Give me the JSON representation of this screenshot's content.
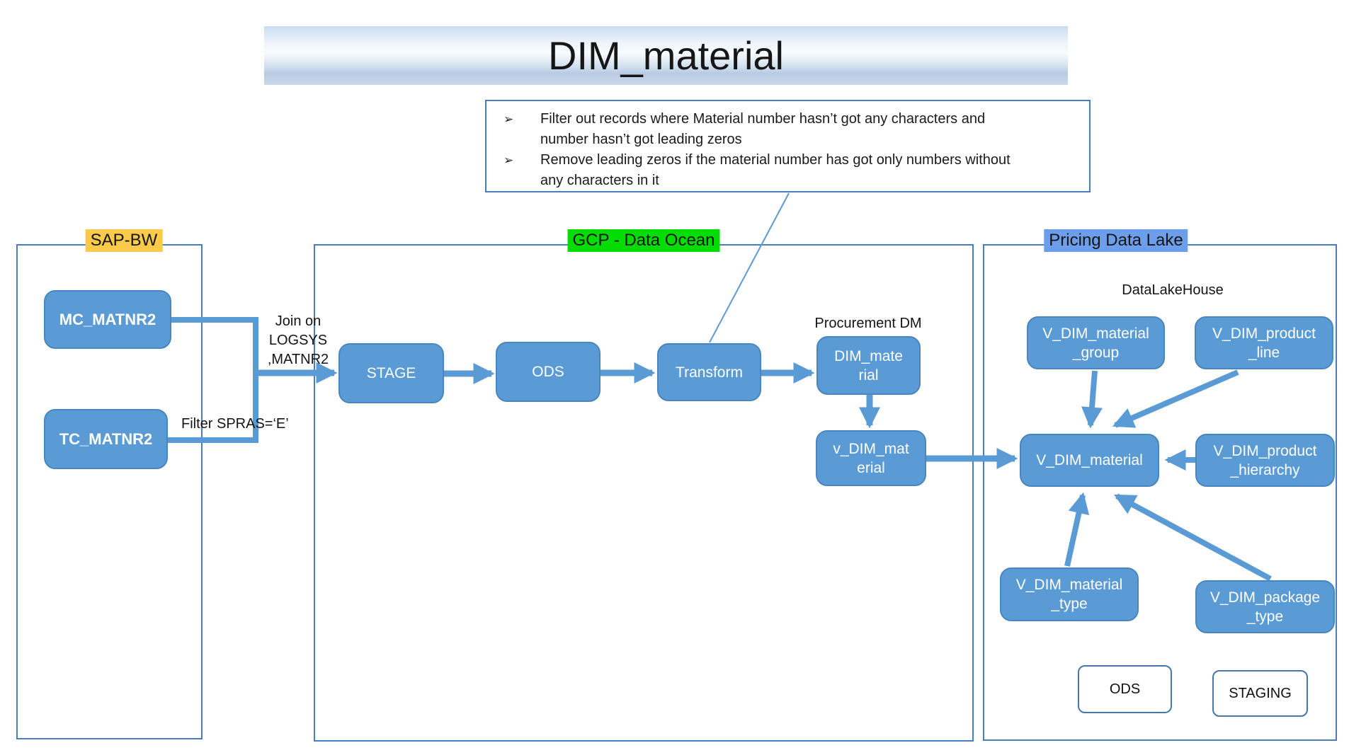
{
  "title": "DIM_material",
  "notes": {
    "bullets": [
      {
        "marker": "➢",
        "text": "Filter out records where Material number hasn’t got any characters and\nnumber hasn’t got leading zeros"
      },
      {
        "marker": "➢",
        "text": "Remove leading zeros if the material number has got only numbers without\nany characters in it"
      }
    ]
  },
  "zones": {
    "sap": {
      "label": "SAP-BW",
      "label_bg": "#fbca4b"
    },
    "gcp": {
      "label": "GCP - Data Ocean",
      "label_bg": "#04dc04"
    },
    "pricing": {
      "label": "Pricing Data Lake",
      "label_bg": "#6d9eeb"
    }
  },
  "labels": {
    "join": "Join on\nLOGSYS\n,MATNR2",
    "filter": "Filter SPRAS=‘E’",
    "procurement": "Procurement DM",
    "datalakehouse": "DataLakeHouse"
  },
  "nodes": {
    "mc_matnr2": {
      "label": "MC_MATNR2"
    },
    "tc_matnr2": {
      "label": "TC_MATNR2"
    },
    "stage": {
      "label": "STAGE"
    },
    "ods": {
      "label": "ODS"
    },
    "transform": {
      "label": "Transform"
    },
    "dim_material": {
      "label": "DIM_mate\nrial"
    },
    "v_dim_material_dm": {
      "label": "v_DIM_mat\nerial"
    },
    "v_dim_material_group": {
      "label": "V_DIM_material\n_group"
    },
    "v_dim_product_line": {
      "label": "V_DIM_product\n_line"
    },
    "v_dim_material": {
      "label": "V_DIM_material"
    },
    "v_dim_product_hierarchy": {
      "label": "V_DIM_product\n_hierarchy"
    },
    "v_dim_material_type": {
      "label": "V_DIM_material\n_type"
    },
    "v_dim_package_type": {
      "label": "V_DIM_package\n_type"
    },
    "ods_store": {
      "label": "ODS"
    },
    "staging_store": {
      "label": "STAGING"
    }
  },
  "colors": {
    "node_fill": "#5b9bd5",
    "node_border": "#4a86be",
    "arrow": "#5b9bd5",
    "zone_border": "#4a7ebb",
    "sap_label_bg": "#fbca4b",
    "gcp_label_bg": "#04dc04",
    "pricing_label_bg": "#6d9eeb",
    "banner_gradient_top": "#c9dcf0",
    "banner_gradient_bottom": "#b9cbe3"
  }
}
